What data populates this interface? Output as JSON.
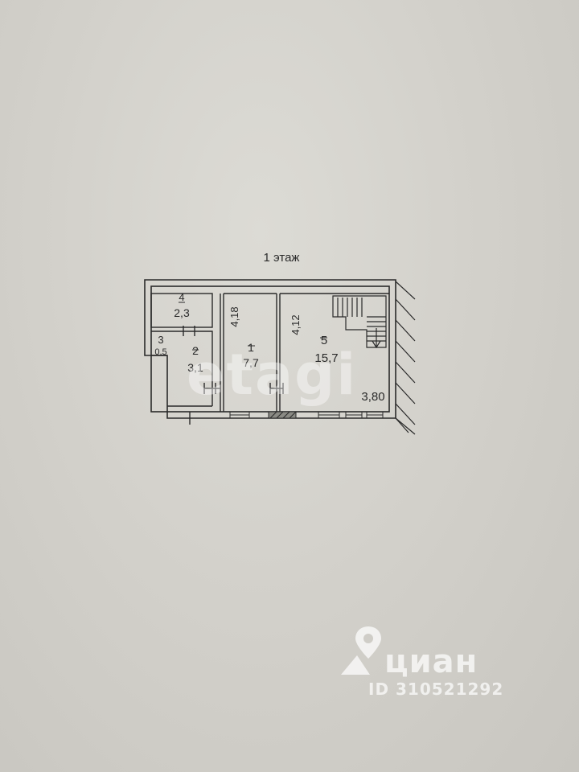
{
  "plan": {
    "floor_label": "1 этаж",
    "rooms": [
      {
        "number": "1",
        "area": "7,7",
        "dimension": "4,18"
      },
      {
        "number": "2",
        "area": "3,1"
      },
      {
        "number": "3",
        "area": "0,5"
      },
      {
        "number": "4",
        "area": "2,3"
      },
      {
        "number": "5",
        "area": "15,7",
        "dimension": "4,12"
      }
    ],
    "width_dimension": "3,80"
  },
  "watermarks": {
    "cian_brand": "циан",
    "listing_id": "ID 310521292",
    "etagi": "etagi"
  },
  "colors": {
    "background": "#d3d1cb",
    "lines": "#2a2a2a",
    "watermark": "#ffffff"
  }
}
